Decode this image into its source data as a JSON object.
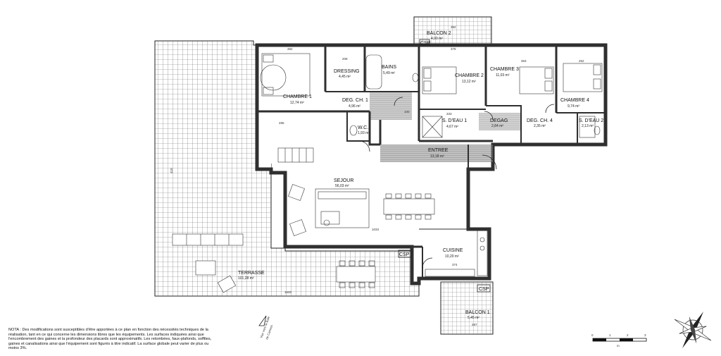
{
  "rooms": {
    "chambre1": {
      "name": "CHAMBRE 1",
      "area": "12,74 m²"
    },
    "dressing": {
      "name": "DRESSING",
      "area": "4,45 m²"
    },
    "bains": {
      "name": "BAINS",
      "area": "5,49 m²"
    },
    "chambre2": {
      "name": "CHAMBRE 2",
      "area": "13,12 m²"
    },
    "chambre3": {
      "name": "CHAMBRE 3",
      "area": "11,03 m²"
    },
    "chambre4": {
      "name": "CHAMBRE 4",
      "area": "9,74 m²"
    },
    "deg_ch1": {
      "name": "DEG. CH. 1",
      "area": "4,96 m²"
    },
    "wc": {
      "name": "W.C.",
      "area": "1,93 m²"
    },
    "sdeau1": {
      "name": "S. D'EAU 1",
      "area": "4,67 m²"
    },
    "degag": {
      "name": "DEGAG",
      "area": "2,84 m²"
    },
    "deg_ch4": {
      "name": "DEG. CH. 4",
      "area": "2,35 m²"
    },
    "sdeau2": {
      "name": "S. D'EAU 2",
      "area": "2,13 m²"
    },
    "entree": {
      "name": "ENTREE",
      "area": "13,18 m²"
    },
    "sejour": {
      "name": "SEJOUR",
      "area": "56,03 m²"
    },
    "cuisine": {
      "name": "CUISINE",
      "area": "10,20 m²"
    },
    "terrasse": {
      "name": "TERRASSE",
      "area": "101,28 m²"
    },
    "balcon1": {
      "name": "BALCON 1",
      "area": "5,45 m²"
    },
    "balcon2": {
      "name": "BALCON 2",
      "area": "4,90 m²"
    }
  },
  "tags": {
    "csp": "CSP"
  },
  "dimensions": {
    "d382": "382",
    "d208": "208",
    "d378": "378",
    "d363": "363",
    "d252": "252",
    "d495": "495",
    "d333": "333",
    "d1033": "1033",
    "d374": "374",
    "d1600": "1600",
    "d410": "410",
    "d287": "287",
    "d100": "100",
    "d382b": "382"
  },
  "view": {
    "line1": "Vue vers la Baie",
    "line2": "de Cannes"
  },
  "scale": {
    "t0": "0",
    "t1": "1",
    "t2": "2",
    "t3": "3",
    "unit": "m"
  },
  "note": "NOTA : Des modifications sont susceptibles d'être apportées à ce plan en fonction des nécessités techniques de la réalisation, tant en ce qui concerne les dimensions libres que les équipements. Les surfaces indiquées ainsi que l'encombrement des gaines et la profondeur des placards sont approximatifs. Les retombées, faux-plafonds, soffites, gaines et canalisations ainsi que l'équipement sont figurés à titre indicatif. La surface globale peut varier de plus ou moins 3%."
}
